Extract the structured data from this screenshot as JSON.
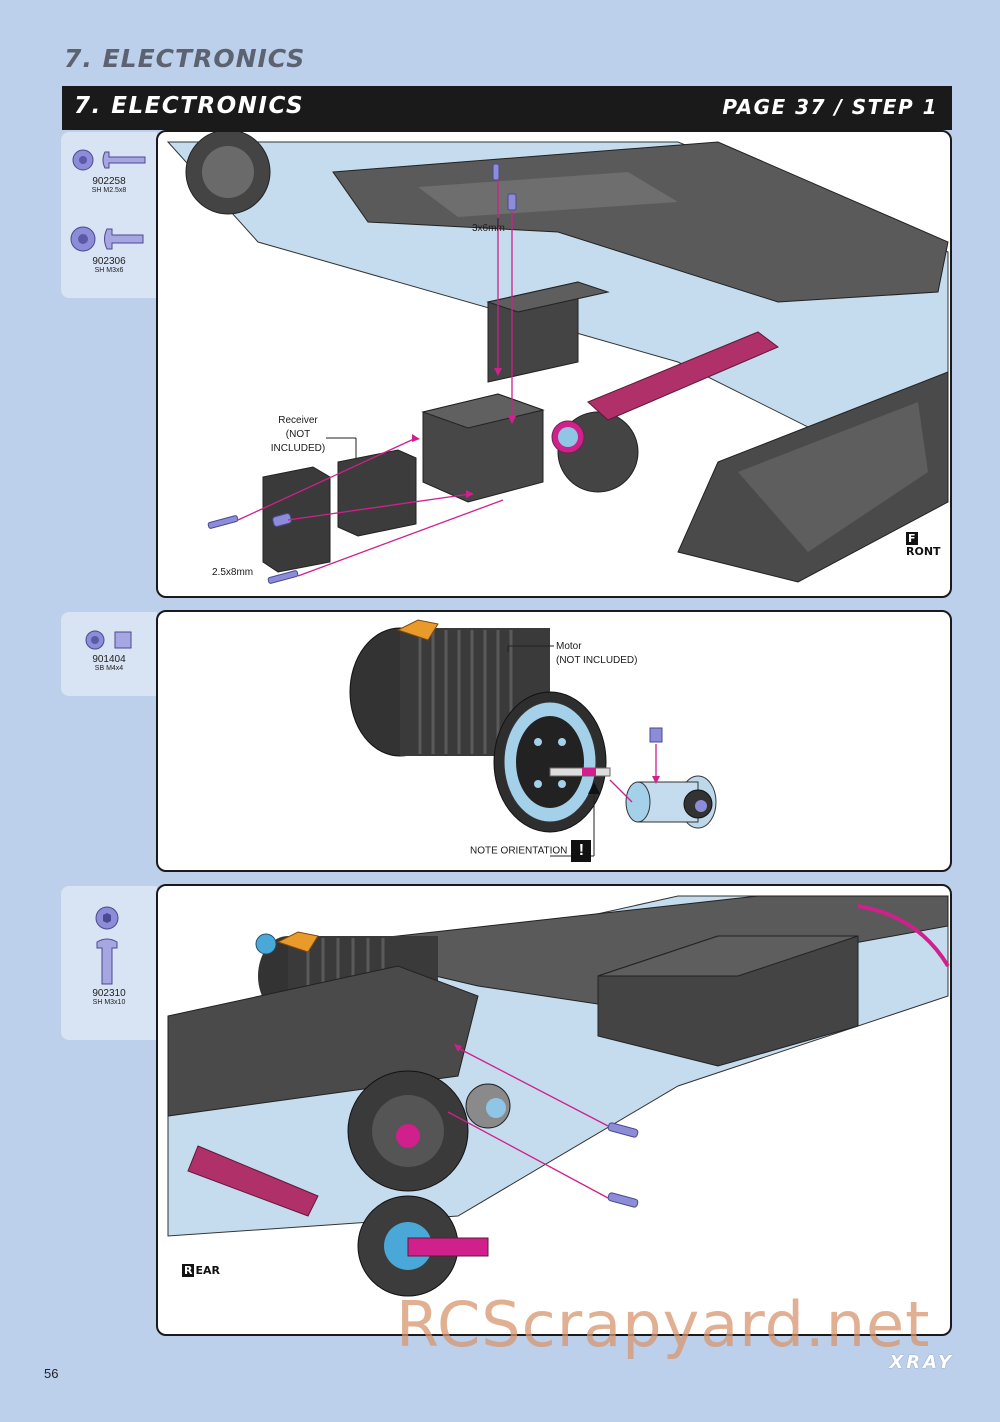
{
  "header": {
    "page_heading": "7. ELECTRONICS",
    "step_title": "7. ELECTRONICS",
    "step_ref": "PAGE 37 / STEP 1"
  },
  "section1": {
    "parts": [
      {
        "number": "902258",
        "desc": "SH M2.5x8"
      },
      {
        "number": "902306",
        "desc": "SH M3x6"
      }
    ],
    "labels": {
      "screw_top": "3x6mm",
      "receiver_line1": "Receiver",
      "receiver_line2": "(NOT INCLUDED)",
      "screw_bottom": "2.5x8mm",
      "front_initial": "F",
      "front_rest": "RONT"
    }
  },
  "section2": {
    "parts": [
      {
        "number": "901404",
        "desc": "SB M4x4"
      }
    ],
    "labels": {
      "motor_line1": "Motor",
      "motor_line2": "(NOT INCLUDED)",
      "note": "NOTE ORIENTATION",
      "note_symbol": "!"
    }
  },
  "section3": {
    "parts": [
      {
        "number": "902310",
        "desc": "SH M3x10"
      }
    ],
    "labels": {
      "rear_initial": "R",
      "rear_rest": "EAR"
    }
  },
  "footer": {
    "page_number": "56",
    "brand": "XRAY",
    "watermark": "RCScrapyard.net"
  },
  "colors": {
    "background": "#bcd0ec",
    "tab": "#d8e3f3",
    "bar": "#1a1a1a",
    "anodized_blue": "#8fc6e6",
    "hardware_violet": "#8c8cd8",
    "pointer_magenta": "#d0208c",
    "carbon": "#5a5a5a"
  }
}
